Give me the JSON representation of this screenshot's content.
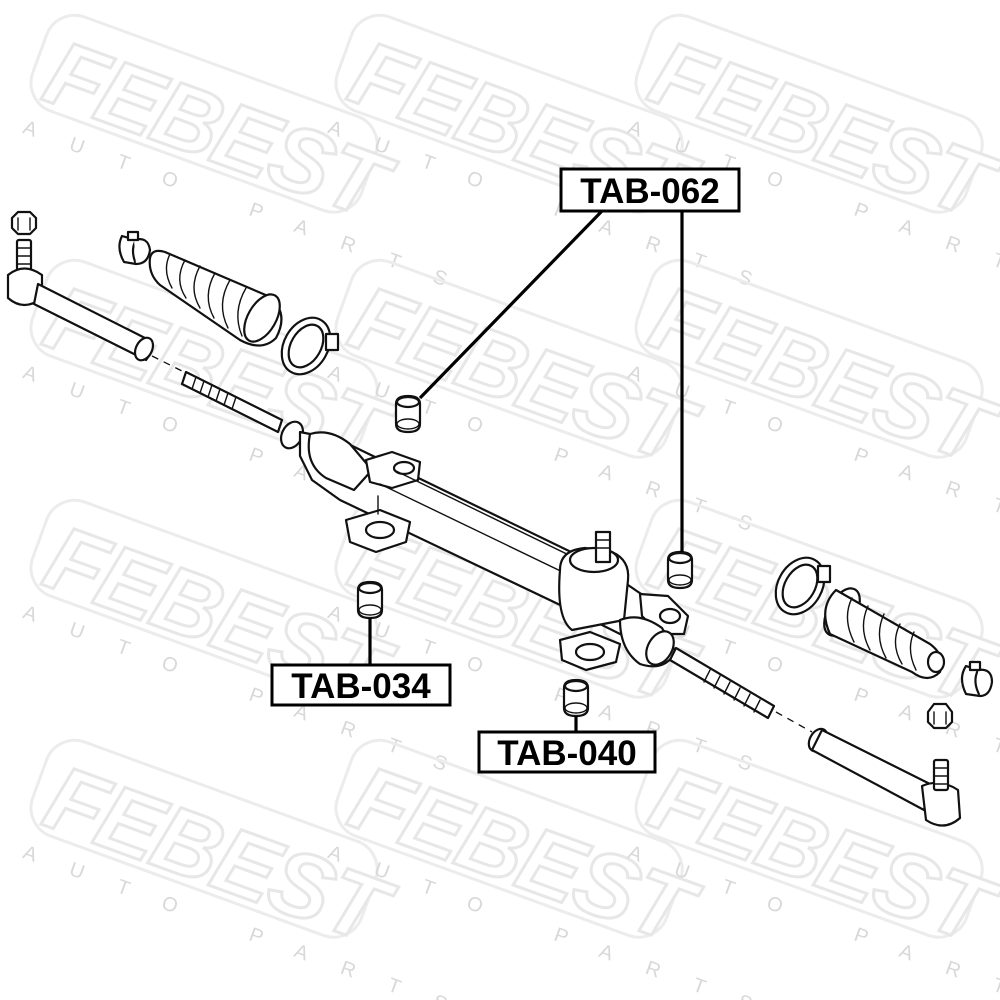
{
  "watermark": {
    "brand": "FEBEST",
    "tagline": "AUTO PARTS"
  },
  "callouts": [
    {
      "id": "tab-062",
      "text": "TAB-062"
    },
    {
      "id": "tab-034",
      "text": "TAB-034"
    },
    {
      "id": "tab-040",
      "text": "TAB-040"
    }
  ]
}
